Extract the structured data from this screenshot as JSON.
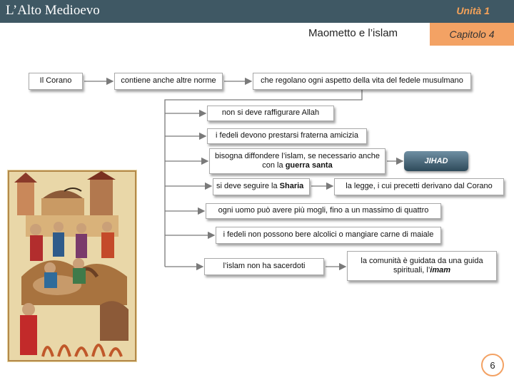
{
  "header": {
    "course_title": "L’Alto Medioevo",
    "unit": "Unità 1",
    "subtitle": "Maometto e l’islam",
    "chapter": "Capitolo 4"
  },
  "diagram": {
    "root": "Il Corano",
    "contains": "contiene anche altre norme",
    "rules": "che regolano ogni aspetto della vita del fedele musulmano",
    "items": {
      "allah": "non si deve raffigurare Allah",
      "fraternity": "i fedeli devono prestarsi fraterna amicizia",
      "spread_pre": "bisogna diffondere l’islam, se necessario anche con la ",
      "spread_bold": "guerra santa",
      "jihad": "JIHAD",
      "sharia_pre": "si deve seguire la ",
      "sharia_bold": "Sharia",
      "sharia_desc": "la legge, i cui precetti derivano dal Corano",
      "wives": "ogni uomo può avere più mogli, fino a un massimo di quattro",
      "alcohol": "i fedeli non possono bere alcolici o mangiare carne di maiale",
      "priests": "l’islam non ha sacerdoti",
      "imam_pre": "la comunità è guidata da una guida spirituali, l’",
      "imam_bold": "imam"
    }
  },
  "page_number": "6",
  "colors": {
    "header_bg": "#3f5864",
    "accent_orange": "#f3a264",
    "unit_text": "#f4a259",
    "connector": "#7a7a7a"
  }
}
